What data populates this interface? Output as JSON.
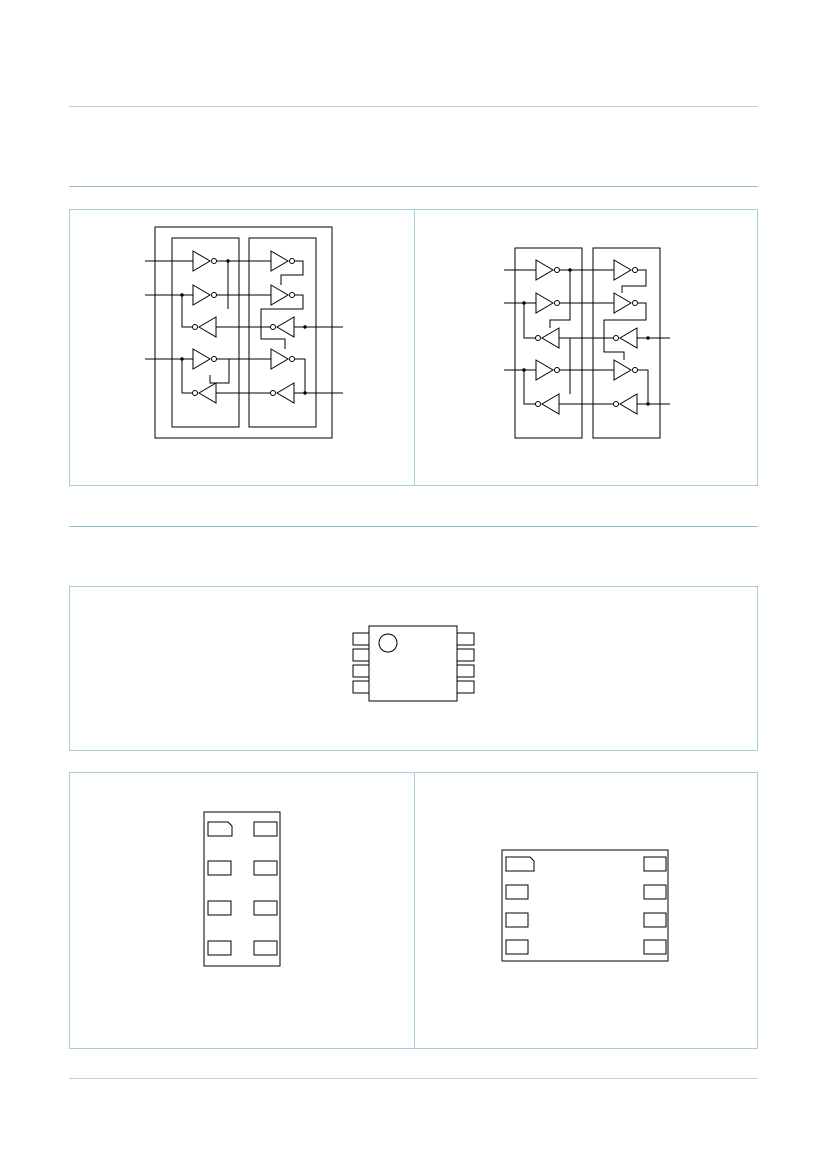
{
  "page": {
    "sections": [
      {
        "id": "logic-diagrams",
        "figures": 2
      },
      {
        "id": "pinning-diagrams",
        "figures": 3
      }
    ]
  },
  "colors": {
    "rule": "#b5d3de",
    "panel_border": "#a9cedb",
    "line": "#000000"
  }
}
